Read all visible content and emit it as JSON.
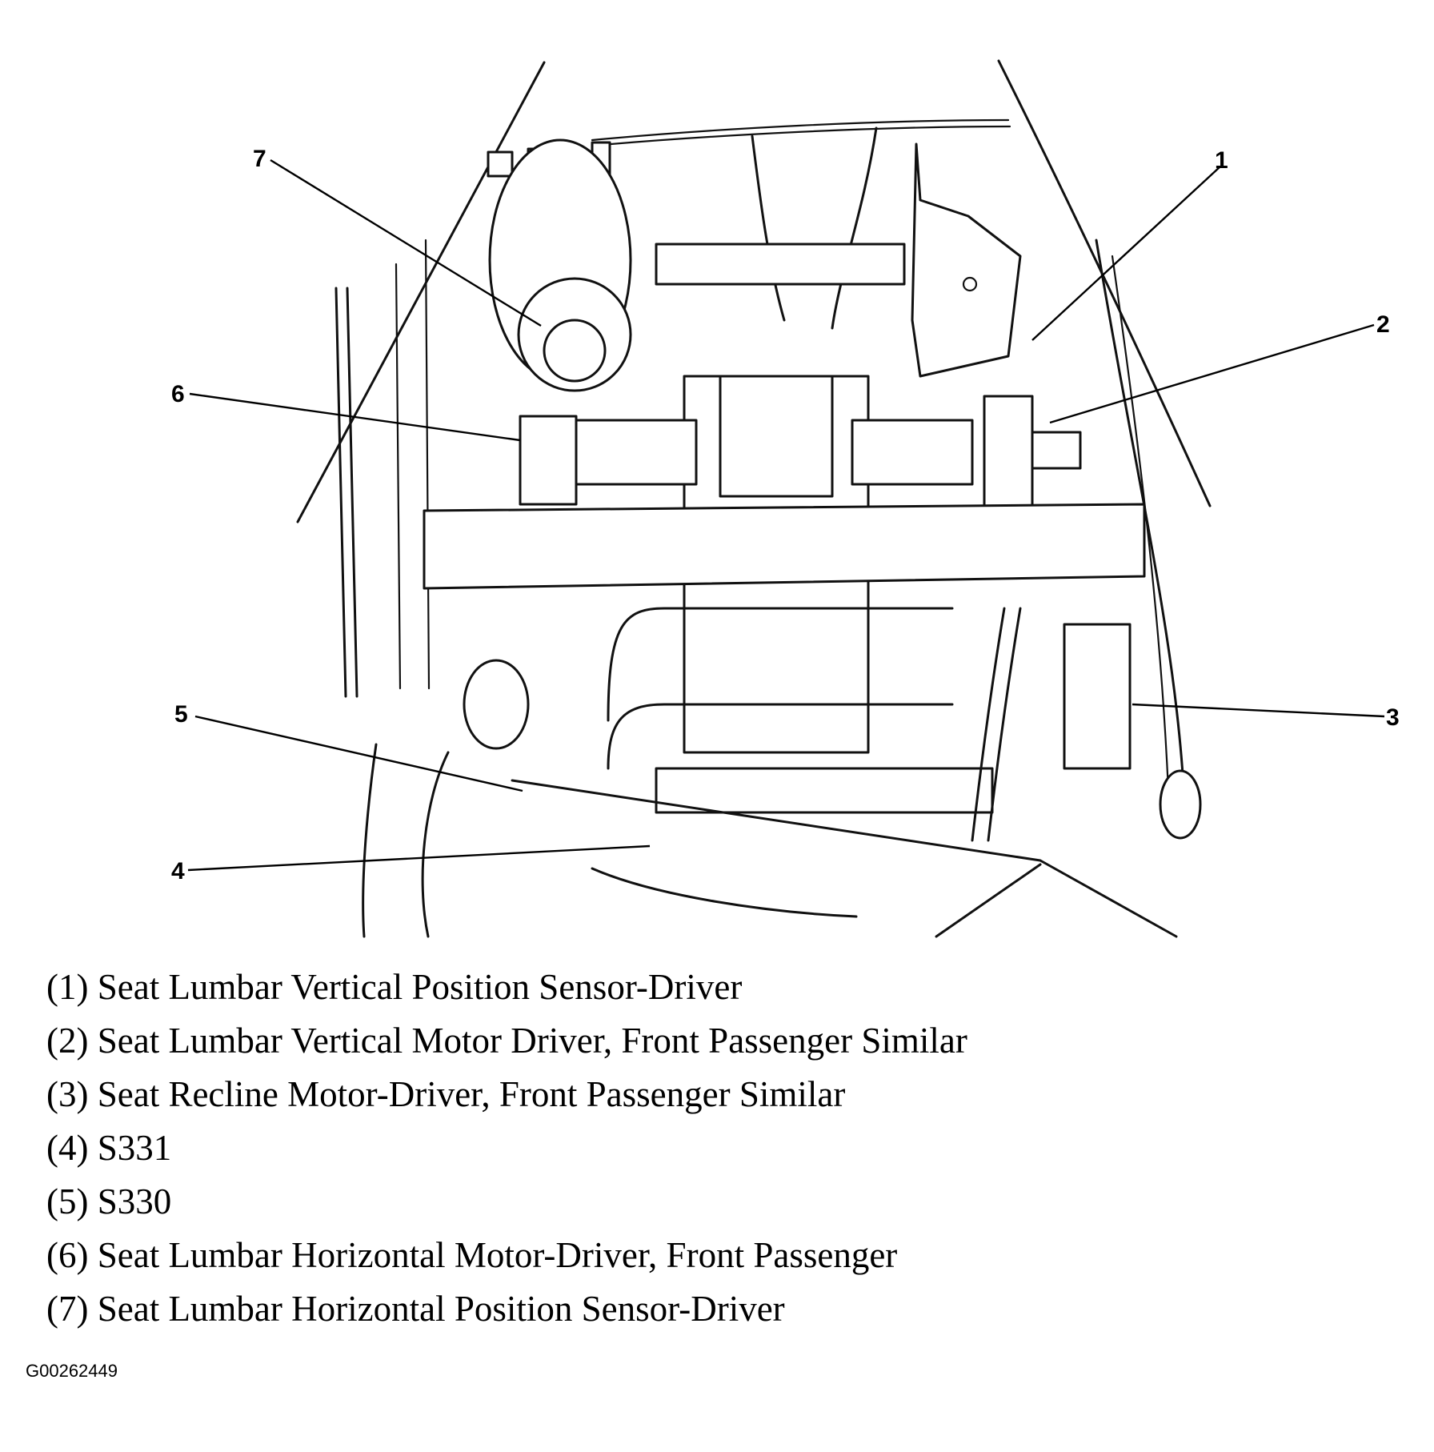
{
  "callouts": [
    {
      "num": "1"
    },
    {
      "num": "2"
    },
    {
      "num": "3"
    },
    {
      "num": "4"
    },
    {
      "num": "5"
    },
    {
      "num": "6"
    },
    {
      "num": "7"
    }
  ],
  "legend": [
    "(1) Seat Lumbar Vertical Position Sensor-Driver",
    "(2) Seat Lumbar Vertical Motor Driver, Front Passenger Similar",
    "(3) Seat Recline Motor-Driver, Front Passenger Similar",
    "(4) S331",
    "(5) S330",
    "(6) Seat Lumbar Horizontal Motor-Driver, Front Passenger",
    "(7) Seat Lumbar Horizontal Position Sensor-Driver"
  ],
  "figure_code": "G00262449"
}
